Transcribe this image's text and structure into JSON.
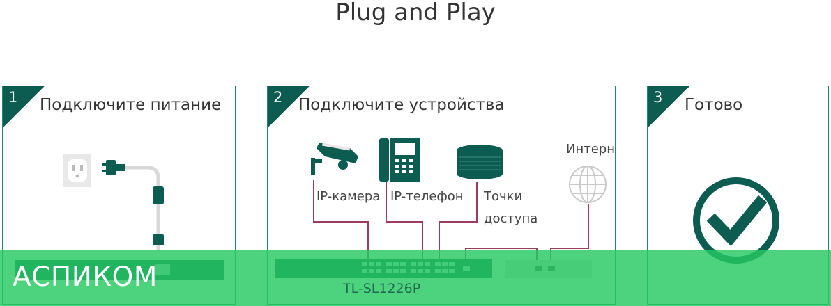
{
  "page": {
    "title": "Plug and Play"
  },
  "steps": [
    {
      "num": "1",
      "title": "Подключите питание"
    },
    {
      "num": "2",
      "title": "Подключите устройства"
    },
    {
      "num": "3",
      "title": "Готово"
    }
  ],
  "devices": {
    "camera": "IP-камера",
    "phone": "IP-телефон",
    "ap_line1": "Точки",
    "ap_line2": "доступа",
    "internet": "Интернет"
  },
  "switch_model": "TL-SL1226P",
  "overlay": {
    "text": "АСПИКОМ"
  },
  "colors": {
    "brand_dark": "#0d5c52",
    "border": "#1a8a78",
    "cable": "#9c3d5e",
    "overlay": "#26c962"
  },
  "icons": [
    "power-outlet-icon",
    "power-plug-icon",
    "cctv-camera-icon",
    "ip-phone-icon",
    "access-point-icon",
    "globe-icon",
    "checkmark-icon"
  ]
}
